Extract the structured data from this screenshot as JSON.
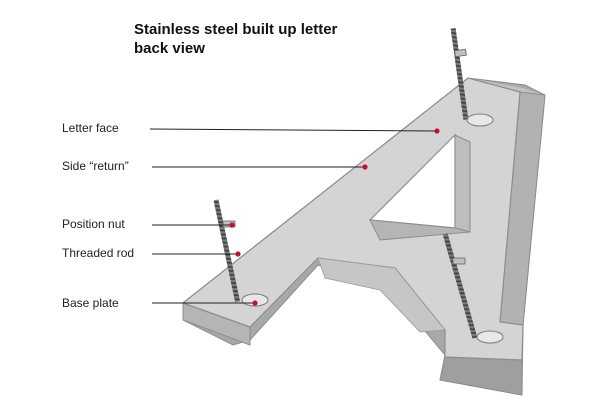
{
  "title": {
    "line1": "Stainless steel built up letter",
    "line2": "back view"
  },
  "labels": {
    "letter_face": "Letter face",
    "side_return": "Side “return”",
    "position_nut": "Position nut",
    "threaded_rod": "Threaded rod",
    "base_plate": "Base plate"
  },
  "colors": {
    "face": "#d3d3d3",
    "side_light": "#bdbdbd",
    "side_dark": "#a9a9a9",
    "outline": "#8d8d8d",
    "rod": "#6e6e6e",
    "dot": "#c8102e",
    "leader": "#222222"
  }
}
